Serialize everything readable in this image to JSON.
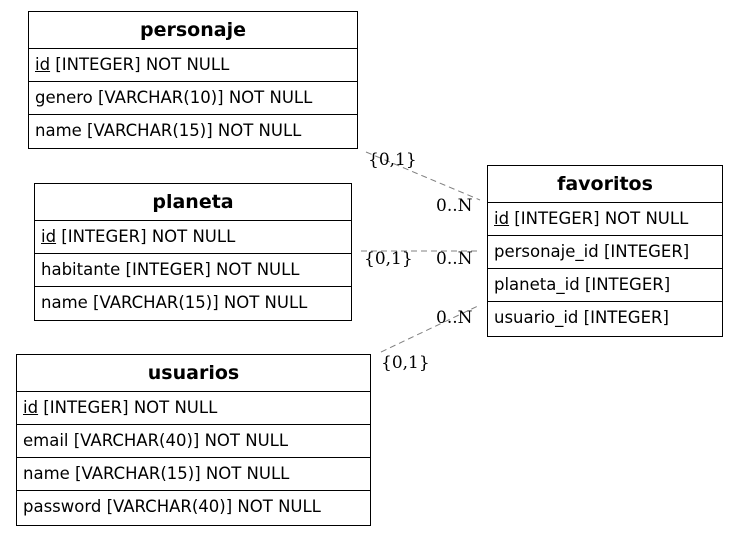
{
  "entities": {
    "personaje": {
      "title": "personaje",
      "rows": [
        {
          "pk": "id",
          "rest": " [INTEGER] NOT NULL"
        },
        {
          "text": "genero [VARCHAR(10)] NOT NULL"
        },
        {
          "text": "name [VARCHAR(15)] NOT NULL"
        }
      ]
    },
    "planeta": {
      "title": "planeta",
      "rows": [
        {
          "pk": "id",
          "rest": " [INTEGER] NOT NULL"
        },
        {
          "text": "habitante [INTEGER] NOT NULL"
        },
        {
          "text": "name [VARCHAR(15)] NOT NULL"
        }
      ]
    },
    "usuarios": {
      "title": "usuarios",
      "rows": [
        {
          "pk": "id",
          "rest": " [INTEGER] NOT NULL"
        },
        {
          "text": "email [VARCHAR(40)] NOT NULL"
        },
        {
          "text": "name [VARCHAR(15)] NOT NULL"
        },
        {
          "text": "password [VARCHAR(40)] NOT NULL"
        }
      ]
    },
    "favoritos": {
      "title": "favoritos",
      "rows": [
        {
          "pk": "id",
          "rest": " [INTEGER] NOT NULL"
        },
        {
          "text": "personaje_id [INTEGER]"
        },
        {
          "text": "planeta_id [INTEGER]"
        },
        {
          "text": "usuario_id [INTEGER]"
        }
      ]
    }
  },
  "relations": [
    {
      "from": "personaje",
      "to": "favoritos",
      "from_card": "{0,1}",
      "to_card": "0..N"
    },
    {
      "from": "planeta",
      "to": "favoritos",
      "from_card": "{0,1}",
      "to_card": "0..N"
    },
    {
      "from": "usuarios",
      "to": "favoritos",
      "from_card": "{0,1}",
      "to_card": "0..N"
    }
  ],
  "colors": {
    "edge": "#808080",
    "border": "#000000"
  }
}
